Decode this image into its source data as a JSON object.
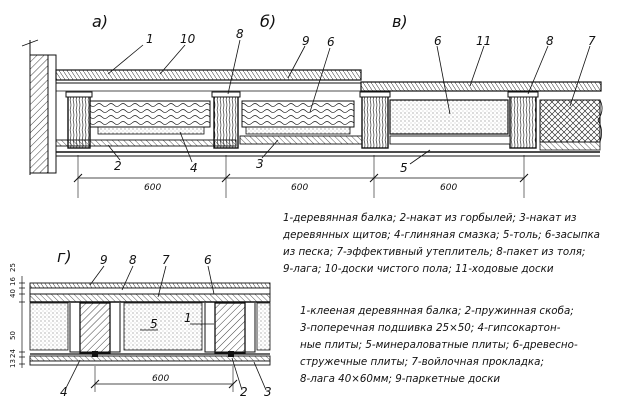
{
  "sections": {
    "a": "а)",
    "b": "б)",
    "v": "в)",
    "g": "г)"
  },
  "top": {
    "callouts": [
      "1",
      "10",
      "8",
      "9",
      "6",
      "6",
      "11",
      "8",
      "7",
      "2",
      "4",
      "3",
      "5"
    ],
    "dimensions": [
      "600",
      "600",
      "600"
    ],
    "legend": [
      "1-деревянная балка; 2-накат из горбылей; 3-накат из",
      "деревянных щитов; 4-глиняная смазка; 5-толь; 6-засыпка",
      "из песка; 7-эффективный утеплитель; 8-пакет из толя;",
      "9-лага; 10-доски чистого пола; 11-ходовые доски"
    ]
  },
  "bottom": {
    "callouts": [
      "9",
      "8",
      "7",
      "6",
      "5",
      "1",
      "4",
      "2",
      "3"
    ],
    "dimension": "600",
    "side_dims_top": [
      "16",
      "40",
      "25"
    ],
    "side_dims_bottom": [
      "13",
      "24",
      "50"
    ],
    "legend": [
      "1-клееная деревянная балка; 2-пружинная скоба;",
      "3-поперечная подшивка 25×50; 4-гипсокартон-",
      "ные плиты; 5-минераловатные плиты; 6-древесно-",
      "стружечные плиты; 7-войлочная прокладка;",
      "8-лага 40×60мм; 9-паркетные доски"
    ]
  }
}
